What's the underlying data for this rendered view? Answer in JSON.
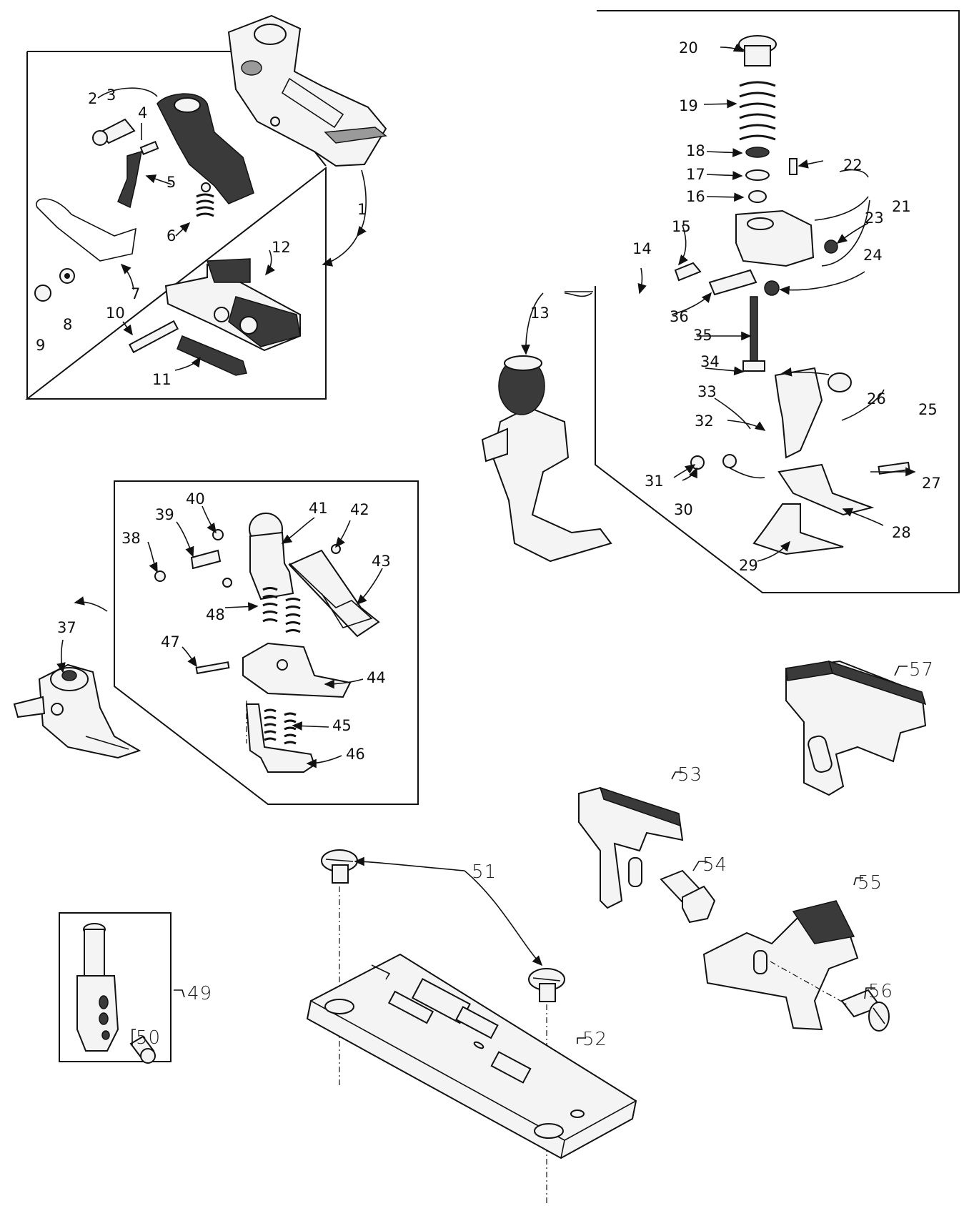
{
  "diagram": {
    "labels": [
      "1",
      "2",
      "3",
      "4",
      "5",
      "6",
      "7",
      "8",
      "9",
      "10",
      "11",
      "12",
      "13",
      "14",
      "15",
      "16",
      "17",
      "18",
      "19",
      "20",
      "21",
      "22",
      "23",
      "24",
      "25",
      "26",
      "27",
      "28",
      "29",
      "30",
      "31",
      "32",
      "33",
      "34",
      "35",
      "36",
      "37",
      "38",
      "39",
      "40",
      "41",
      "42",
      "43",
      "44",
      "45",
      "46",
      "47",
      "48",
      "49",
      "50",
      "51",
      "52",
      "53",
      "54",
      "55",
      "56",
      "57"
    ],
    "icons": [
      "presser-foot-assembly-icon",
      "compensating-foot-icon",
      "walking-foot-icon",
      "feed-dog-icon",
      "needle-clamp-icon",
      "throat-plate-icon",
      "screw-icon",
      "spring-icon",
      "washer-icon"
    ]
  }
}
